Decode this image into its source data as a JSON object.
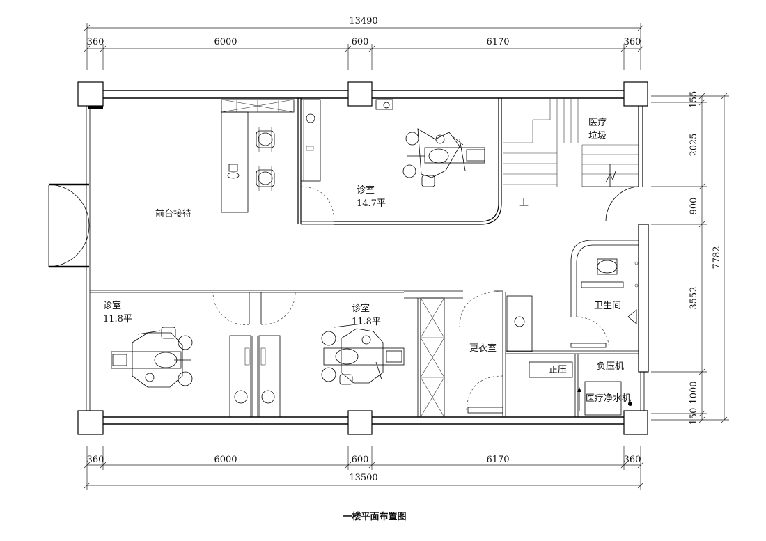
{
  "drawing": {
    "caption": "一楼平面布置图",
    "dimensions": {
      "top_total": "13490",
      "bottom_total": "13500",
      "top_segments": [
        "360",
        "6000",
        "600",
        "6170",
        "360"
      ],
      "bottom_segments": [
        "360",
        "6000",
        "600",
        "6170",
        "360"
      ],
      "right_segments": [
        "155",
        "2025",
        "900",
        "3552",
        "1000",
        "150"
      ],
      "right_total": "7782"
    },
    "rooms": {
      "reception": "前台接待",
      "clinic_top": "诊室",
      "clinic_top_area": "14.7平",
      "clinic_left": "诊室",
      "clinic_left_area": "11.8平",
      "clinic_mid": "诊室",
      "clinic_mid_area": "11.8平",
      "medical_waste_1": "医疗",
      "medical_waste_2": "垃圾",
      "stair_up": "上",
      "restroom": "卫生间",
      "changing_room": "更衣室",
      "positive_pressure": "正压",
      "negative_pressure": "负压机",
      "water_purifier": "医疗净水机"
    }
  }
}
